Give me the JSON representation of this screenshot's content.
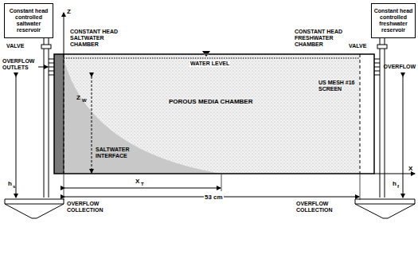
{
  "diagram": {
    "nodes": [
      {
        "text": [
          "Constant head controlled saltwater reservoir"
        ]
      },
      {
        "text": [
          "Constant head controlled freshwater reservoir"
        ]
      }
    ],
    "labels": [
      "Z",
      "VALVE",
      "CONSTANT HEAD SALTWATER CHAMBER",
      "WATER LEVEL",
      "OVERFLOW OUTLETS",
      "h",
      "s",
      "Z",
      "W",
      "POROUS MEDIA CHAMBER",
      "SALTWATER INTERFACE",
      "CONSTANT HEAD FRESHWATER CHAMBER",
      "US MESH #16 SCREEN",
      "VALVE",
      "OVERFLOW",
      "h",
      "f",
      "X",
      "T",
      "53 cm",
      "OVERFLOW COLLECTION",
      "OVERFLOW COLLECTION",
      "X"
    ]
  }
}
